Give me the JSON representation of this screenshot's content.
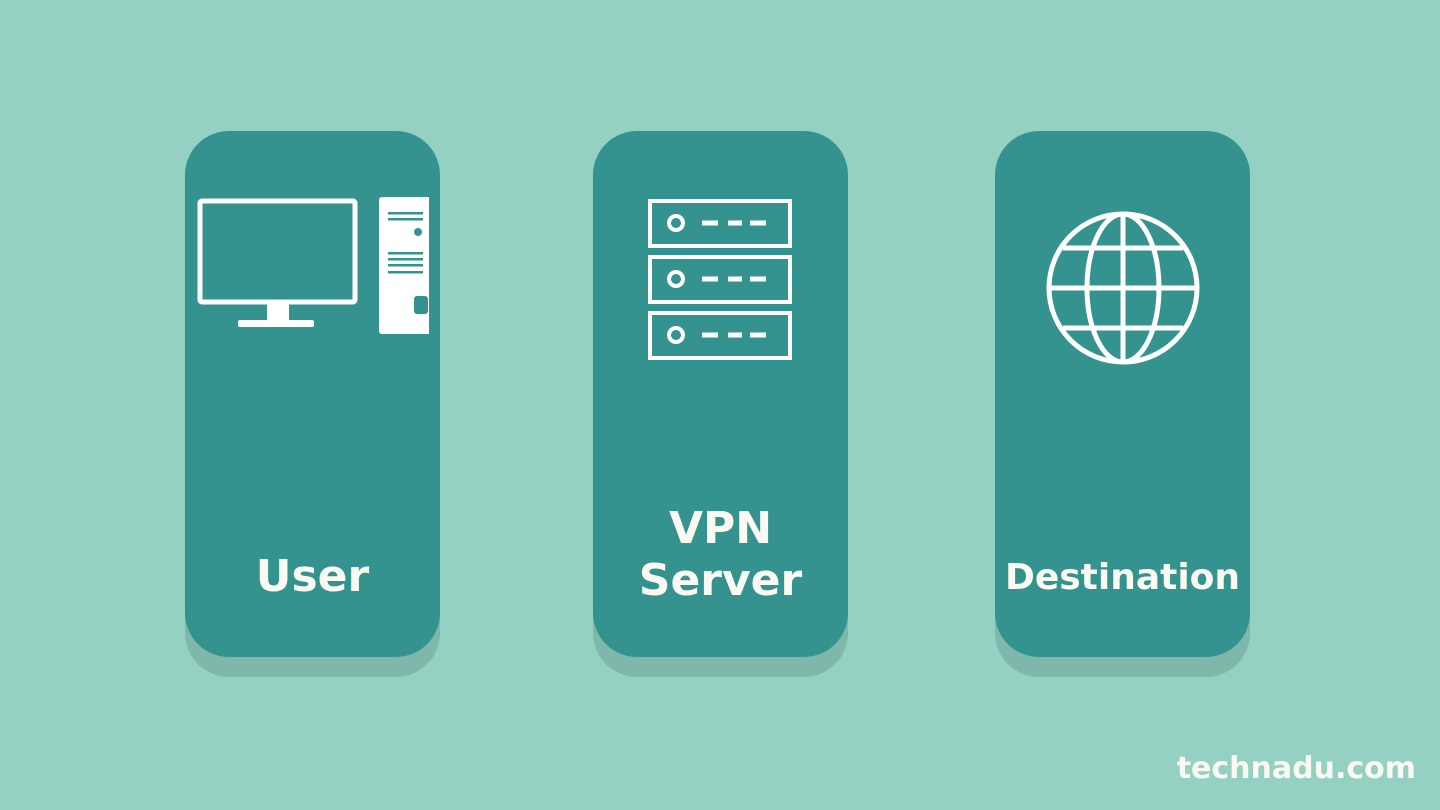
{
  "nodes": [
    {
      "label": "User",
      "icon": "desktop-computer-icon"
    },
    {
      "label_line1": "VPN",
      "label_line2": "Server",
      "icon": "server-rack-icon"
    },
    {
      "label": "Destination",
      "icon": "globe-icon"
    }
  ],
  "watermark": "technadu.com",
  "colors": {
    "background": "#94d1c2",
    "card": "#35938f",
    "text": "#fafaf2"
  }
}
